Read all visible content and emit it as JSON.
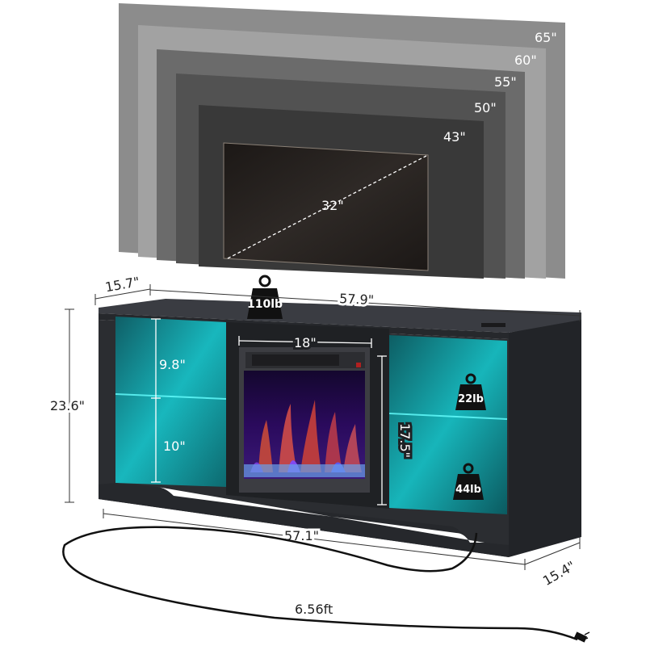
{
  "tv_sizes": {
    "labels": [
      "65\"",
      "60\"",
      "55\"",
      "50\"",
      "43\"",
      "32\""
    ],
    "colors": [
      "#8a8a8a",
      "#9c9c9c",
      "#6a6a6a",
      "#4f4f4f",
      "#3a3a3a",
      "#231f1d"
    ]
  },
  "dimensions": {
    "top_depth": "15.7\"",
    "top_width": "57.9\"",
    "height": "23.6\"",
    "upper_shelf": "9.8\"",
    "lower_shelf": "10\"",
    "fireplace_width": "18\"",
    "fireplace_height": "17.5\"",
    "bottom_width": "57.1\"",
    "bottom_depth": "15.4\"",
    "cord_length": "6.56ft"
  },
  "weights": {
    "top": "110lb",
    "upper_shelf": "22lb",
    "lower_shelf": "44lb"
  },
  "colors": {
    "cabinet": "#2a2c30",
    "led_glow": "#19c8c8",
    "flame_bg": "#1a0a3c"
  }
}
